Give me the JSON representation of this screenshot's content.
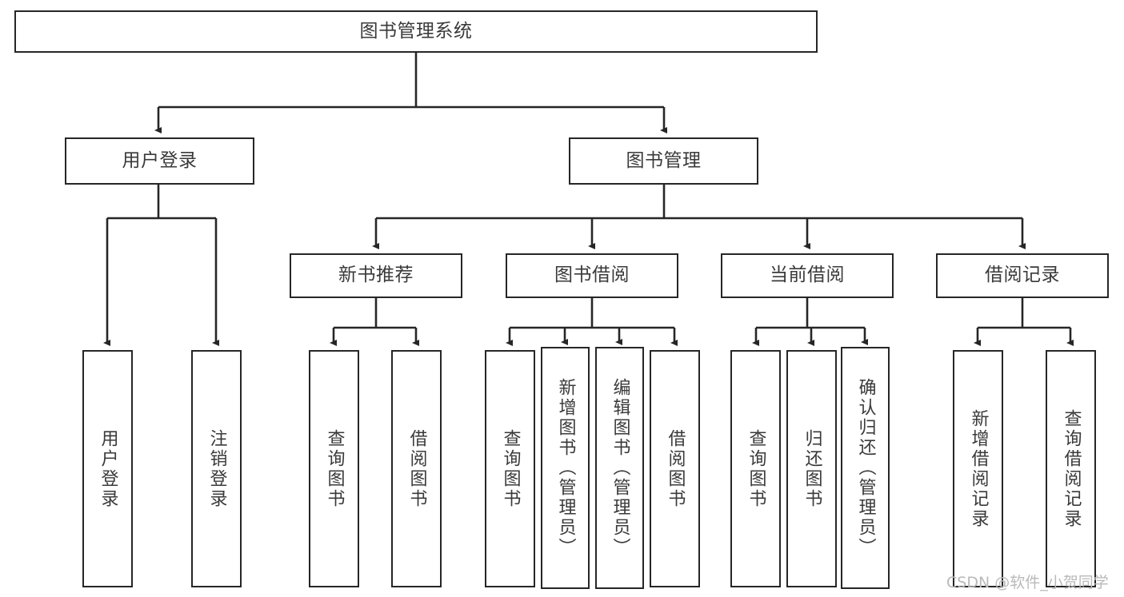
{
  "diagram": {
    "title": "图书管理系统",
    "type": "tree",
    "root": {
      "id": "root",
      "label": "图书管理系统"
    },
    "level2": [
      {
        "id": "user-login",
        "label": "用户登录"
      },
      {
        "id": "book-manage",
        "label": "图书管理"
      }
    ],
    "level3": [
      {
        "id": "new-book-rec",
        "label": "新书推荐",
        "parent": "book-manage"
      },
      {
        "id": "book-borrow",
        "label": "图书借阅",
        "parent": "book-manage"
      },
      {
        "id": "current-borrow",
        "label": "当前借阅",
        "parent": "book-manage"
      },
      {
        "id": "borrow-record",
        "label": "借阅记录",
        "parent": "book-manage"
      }
    ],
    "leaves": [
      {
        "id": "leaf-user-login",
        "label": "用户登录",
        "parent": "user-login"
      },
      {
        "id": "leaf-logout",
        "label": "注销登录",
        "parent": "user-login"
      },
      {
        "id": "leaf-query-book-1",
        "label": "查询图书",
        "parent": "new-book-rec"
      },
      {
        "id": "leaf-borrow-book-1",
        "label": "借阅图书",
        "parent": "new-book-rec"
      },
      {
        "id": "leaf-query-book-2",
        "label": "查询图书",
        "parent": "book-borrow"
      },
      {
        "id": "leaf-add-book",
        "label": "新增图书（管理员）",
        "parent": "book-borrow"
      },
      {
        "id": "leaf-edit-book",
        "label": "编辑图书（管理员）",
        "parent": "book-borrow"
      },
      {
        "id": "leaf-borrow-book-2",
        "label": "借阅图书",
        "parent": "book-borrow"
      },
      {
        "id": "leaf-query-book-3",
        "label": "查询图书",
        "parent": "current-borrow"
      },
      {
        "id": "leaf-return-book",
        "label": "归还图书",
        "parent": "current-borrow"
      },
      {
        "id": "leaf-confirm-return",
        "label": "确认归还（管理员）",
        "parent": "current-borrow"
      },
      {
        "id": "leaf-add-record",
        "label": "新增借阅记录",
        "parent": "borrow-record"
      },
      {
        "id": "leaf-query-record",
        "label": "查询借阅记录",
        "parent": "borrow-record"
      }
    ],
    "colors": {
      "stroke": "#262626",
      "text": "#3a3a3a",
      "background": "#ffffff",
      "watermark": "#b9b9b9"
    }
  },
  "watermark": {
    "text": "CSDN @软件_小贺同学"
  }
}
